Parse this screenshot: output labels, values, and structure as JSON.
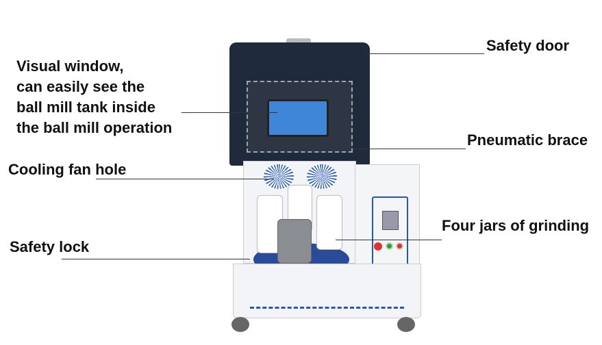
{
  "labels": {
    "visual_window": [
      "Visual window,",
      "can easily see the",
      "ball mill tank inside",
      "the ball mill operation"
    ],
    "safety_door": "Safety door",
    "pneumatic_brace": "Pneumatic brace",
    "cooling_fan_hole": "Cooling fan hole",
    "four_jars": "Four jars of grinding",
    "safety_lock": "Safety lock"
  },
  "colors": {
    "lid": "#1f2a3c",
    "window": "#3f86d8",
    "accent": "#2255cc",
    "body": "#f2f4f7"
  }
}
